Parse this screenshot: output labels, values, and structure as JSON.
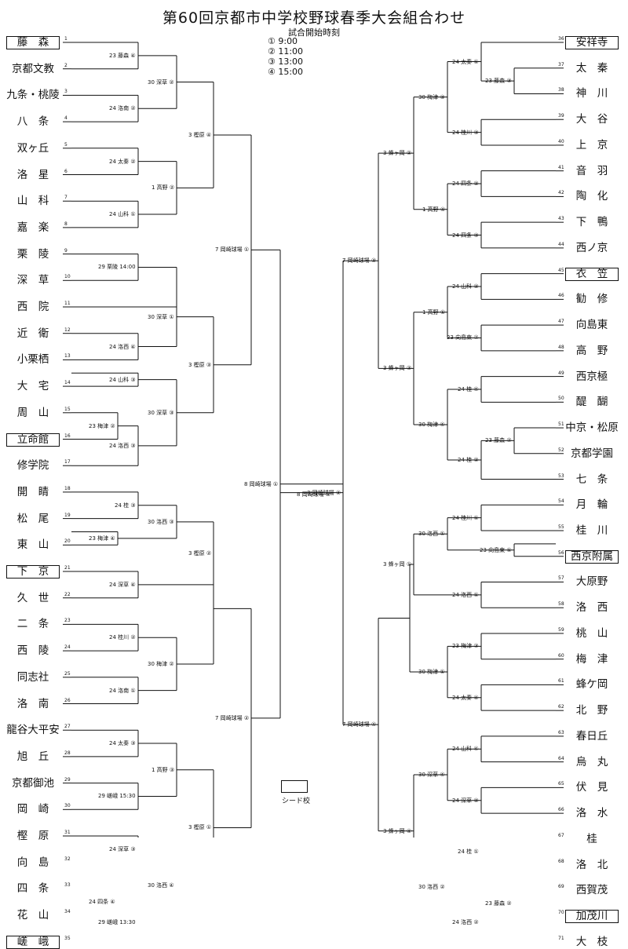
{
  "header": {
    "title": "第60回京都市中学校野球春季大会組合わせ",
    "subtitle": "試合開始時刻"
  },
  "times": [
    "① 9:00",
    "② 11:00",
    "③ 13:00",
    "④ 15:00"
  ],
  "legend": {
    "label": "シード校"
  },
  "left_teams": [
    {
      "name": "藤　森",
      "num": "1",
      "seed": true
    },
    {
      "name": "京都文教",
      "num": "2",
      "seed": false
    },
    {
      "name": "九条・桃陵",
      "num": "3",
      "seed": false
    },
    {
      "name": "八　条",
      "num": "4",
      "seed": false
    },
    {
      "name": "双ヶ丘",
      "num": "5",
      "seed": false
    },
    {
      "name": "洛　星",
      "num": "6",
      "seed": false
    },
    {
      "name": "山　科",
      "num": "7",
      "seed": false
    },
    {
      "name": "嘉　楽",
      "num": "8",
      "seed": false
    },
    {
      "name": "栗　陵",
      "num": "9",
      "seed": false
    },
    {
      "name": "深　草",
      "num": "10",
      "seed": false
    },
    {
      "name": "西　院",
      "num": "11",
      "seed": false
    },
    {
      "name": "近　衛",
      "num": "12",
      "seed": false
    },
    {
      "name": "小栗栖",
      "num": "13",
      "seed": false
    },
    {
      "name": "大　宅",
      "num": "14",
      "seed": false
    },
    {
      "name": "周　山",
      "num": "15",
      "seed": false
    },
    {
      "name": "立命館",
      "num": "16",
      "seed": true
    },
    {
      "name": "修学院",
      "num": "17",
      "seed": false
    },
    {
      "name": "開　睛",
      "num": "18",
      "seed": false
    },
    {
      "name": "松　尾",
      "num": "19",
      "seed": false
    },
    {
      "name": "東　山",
      "num": "20",
      "seed": false
    },
    {
      "name": "下　京",
      "num": "21",
      "seed": true
    },
    {
      "name": "久　世",
      "num": "22",
      "seed": false
    },
    {
      "name": "二　条",
      "num": "23",
      "seed": false
    },
    {
      "name": "西　陵",
      "num": "24",
      "seed": false
    },
    {
      "name": "同志社",
      "num": "25",
      "seed": false
    },
    {
      "name": "洛　南",
      "num": "26",
      "seed": false
    },
    {
      "name": "龍谷大平安",
      "num": "27",
      "seed": false
    },
    {
      "name": "旭　丘",
      "num": "28",
      "seed": false
    },
    {
      "name": "京都御池",
      "num": "29",
      "seed": false
    },
    {
      "name": "岡　崎",
      "num": "30",
      "seed": false
    },
    {
      "name": "樫　原",
      "num": "31",
      "seed": false
    },
    {
      "name": "向　島",
      "num": "32",
      "seed": false
    },
    {
      "name": "四　条",
      "num": "33",
      "seed": false
    },
    {
      "name": "花　山",
      "num": "34",
      "seed": false
    },
    {
      "name": "嵯　峨",
      "num": "35",
      "seed": true
    }
  ],
  "right_teams": [
    {
      "name": "安祥寺",
      "num": "36",
      "seed": true
    },
    {
      "name": "太　秦",
      "num": "37",
      "seed": false
    },
    {
      "name": "神　川",
      "num": "38",
      "seed": false
    },
    {
      "name": "大　谷",
      "num": "39",
      "seed": false
    },
    {
      "name": "上　京",
      "num": "40",
      "seed": false
    },
    {
      "name": "音　羽",
      "num": "41",
      "seed": false
    },
    {
      "name": "陶　化",
      "num": "42",
      "seed": false
    },
    {
      "name": "下　鴨",
      "num": "43",
      "seed": false
    },
    {
      "name": "西ノ京",
      "num": "44",
      "seed": false
    },
    {
      "name": "衣　笠",
      "num": "45",
      "seed": true
    },
    {
      "name": "勧　修",
      "num": "46",
      "seed": false
    },
    {
      "name": "向島東",
      "num": "47",
      "seed": false
    },
    {
      "name": "高　野",
      "num": "48",
      "seed": false
    },
    {
      "name": "西京極",
      "num": "49",
      "seed": false
    },
    {
      "name": "醍　醐",
      "num": "50",
      "seed": false
    },
    {
      "name": "中京・松原",
      "num": "51",
      "seed": false
    },
    {
      "name": "京都学園",
      "num": "52",
      "seed": false
    },
    {
      "name": "七　条",
      "num": "53",
      "seed": false
    },
    {
      "name": "月　輪",
      "num": "54",
      "seed": false
    },
    {
      "name": "桂　川",
      "num": "55",
      "seed": false
    },
    {
      "name": "西京附属",
      "num": "56",
      "seed": true
    },
    {
      "name": "大原野",
      "num": "57",
      "seed": false
    },
    {
      "name": "洛　西",
      "num": "58",
      "seed": false
    },
    {
      "name": "桃　山",
      "num": "59",
      "seed": false
    },
    {
      "name": "梅　津",
      "num": "60",
      "seed": false
    },
    {
      "name": "蜂ケ岡",
      "num": "61",
      "seed": false
    },
    {
      "name": "北　野",
      "num": "62",
      "seed": false
    },
    {
      "name": "春日丘",
      "num": "63",
      "seed": false
    },
    {
      "name": "烏　丸",
      "num": "64",
      "seed": false
    },
    {
      "name": "伏　見",
      "num": "65",
      "seed": false
    },
    {
      "name": "洛　水",
      "num": "66",
      "seed": false
    },
    {
      "name": "桂",
      "num": "67",
      "seed": false
    },
    {
      "name": "洛　北",
      "num": "68",
      "seed": false
    },
    {
      "name": "西賀茂",
      "num": "69",
      "seed": false
    },
    {
      "name": "加茂川",
      "num": "70",
      "seed": true
    },
    {
      "name": "大　枝",
      "num": "71",
      "seed": false
    }
  ],
  "left_games": [
    "23 藤森 ④",
    "24 洛南 ②",
    "24 太秦 ②",
    "24 山科 ①",
    "29 栗陵 14:00",
    "24 洛西 ④",
    "24 山科 ③",
    "23 梅津 ②",
    "24 洛西 ③",
    "24 桂 ③",
    "23 梅津 ④",
    "24 深草 ④",
    "24 桂川 ②",
    "24 洛南 ①",
    "24 太秦 ③",
    "29 嵯峨 15:30",
    "24 深草 ③",
    "24 四条 ④",
    "29 嵯峨 13:30",
    "30 深草 ②",
    "1 高野 ②",
    "30 深草 ①",
    "30 深草 ③",
    "30 洛西 ③",
    "30 梅津 ②",
    "1 高野 ③",
    "30 洛西 ④",
    "3 樫原 ④",
    "3 樫原 ③",
    "3 樫原 ②",
    "3 樫原 ①",
    "7 岡崎球場 ①",
    "7 岡崎球場 ②",
    "8 岡崎球場 ①"
  ],
  "right_games": [
    "24 太秦 ①",
    "23 藤森 ③",
    "24 桂川 ③",
    "24 四条 ②",
    "24 四条 ③",
    "24 山科 ②",
    "23 向島東 ②",
    "24 桂 ④",
    "23 藤森 ②",
    "24 桂 ②",
    "24 桂川 ①",
    "23 向島東 ①",
    "24 洛西 ①",
    "23 梅津 ③",
    "24 太秦 ④",
    "24 山科 ④",
    "24 深草 ②",
    "24 桂 ①",
    "23 藤森 ②",
    "24 洛西 ②",
    "30 梅津 ③",
    "1 高野 ④",
    "1 高野 ①",
    "30 梅津 ④",
    "30 洛西 ①",
    "30 梅津 ①",
    "30 深草 ④",
    "30 洛西 ②",
    "3 蜂ヶ岡 ②",
    "3 蜂ヶ岡 ③",
    "3 蜂ヶ岡 ①",
    "3 蜂ヶ岡 ④",
    "7 岡崎球場 ③",
    "7 岡崎球場 ④",
    "8 岡崎球場 ②"
  ],
  "final": "8 岡崎球場 ③"
}
